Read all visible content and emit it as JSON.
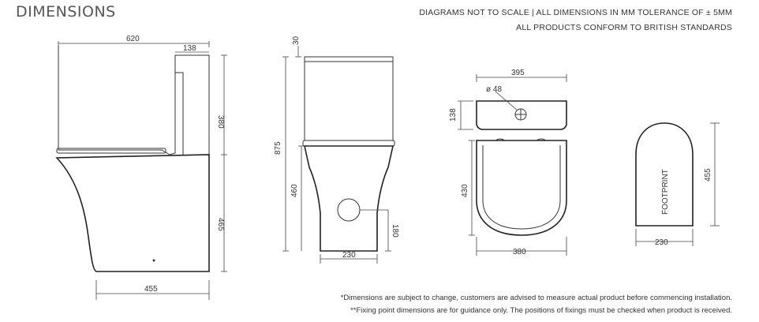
{
  "header": {
    "title": "DIMENSIONS",
    "line1": "DIAGRAMS NOT TO SCALE | ALL DIMENSIONS IN MM TOLERANCE OF ± 5MM",
    "line2": "ALL PRODUCTS CONFORM TO BRITISH STANDARDS"
  },
  "side_view": {
    "width_top": "620",
    "cistern_depth": "138",
    "cistern_height": "380",
    "pan_height": "465",
    "base_width": "455"
  },
  "front_view": {
    "lid_height": "30",
    "total_height": "875",
    "pan_height": "460",
    "waste_height": "180",
    "base_width": "230"
  },
  "top_view": {
    "cistern_width": "395",
    "hole_diameter": "ø 48",
    "cistern_depth": "138",
    "pan_projection": "430",
    "pan_width": "380"
  },
  "footprint": {
    "label": "FOOTPRINT",
    "length": "455",
    "width": "230"
  },
  "notes": {
    "note1": "*Dimensions are subject to change, customers are advised to measure actual product before commencing installation.",
    "note2": "**Fixing point dimensions are for guidance only. The positions of fixings must be checked when product is received."
  }
}
